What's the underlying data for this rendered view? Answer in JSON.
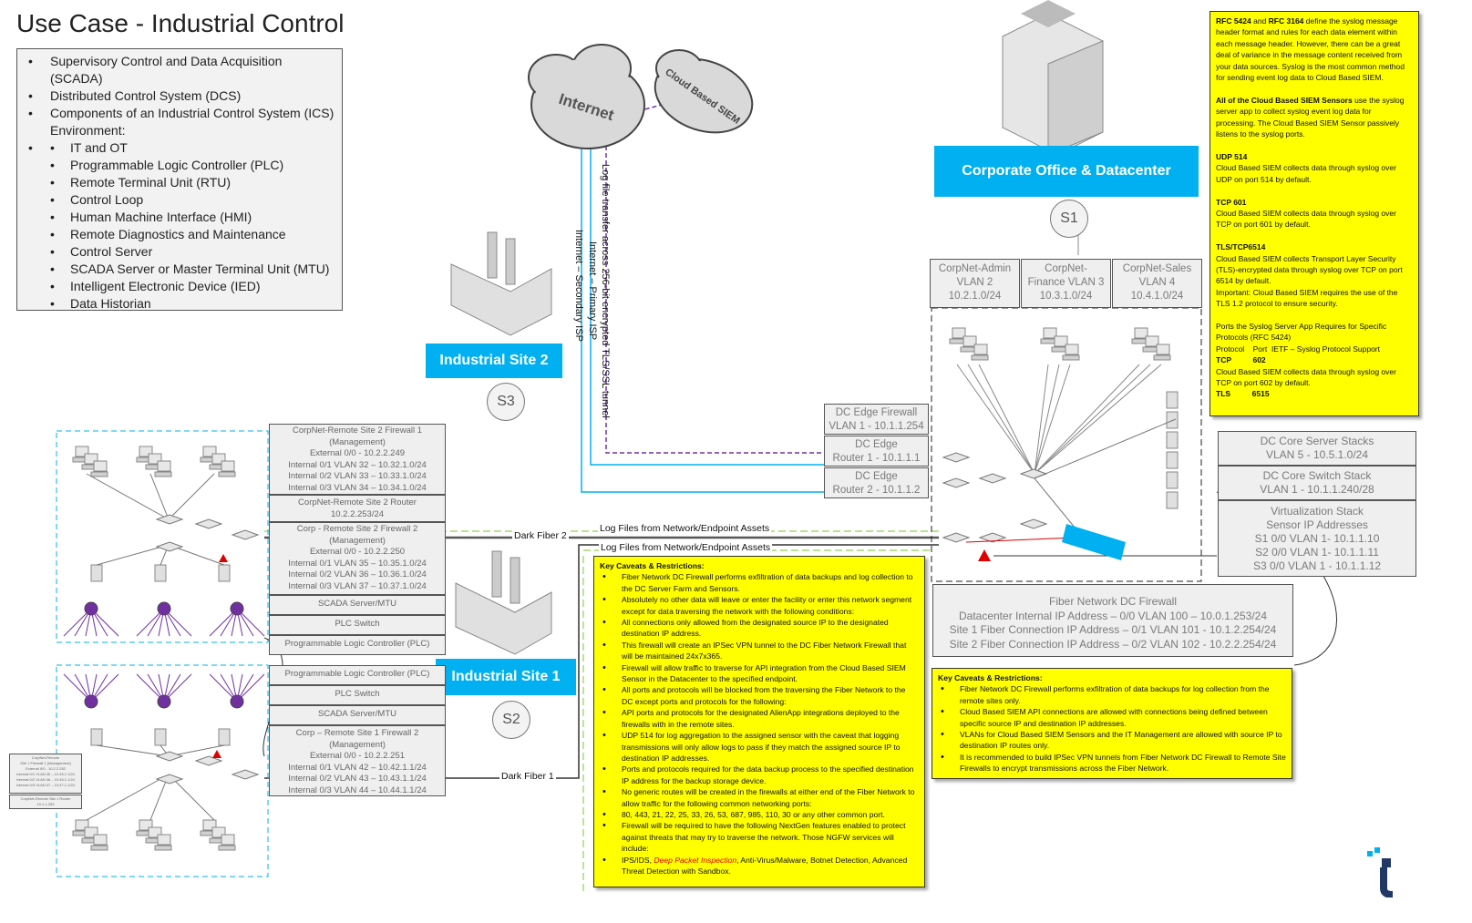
{
  "title": "Use Case - Industrial Control",
  "intro": {
    "items": [
      "Supervisory Control and Data Acquisition (SCADA)",
      "Distributed Control System (DCS)",
      "Components of an Industrial Control System (ICS) Environment:"
    ],
    "subitems": [
      "IT and OT",
      "Programmable Logic Controller (PLC)",
      "Remote Terminal Unit (RTU)",
      "Control Loop",
      "Human Machine Interface (HMI)",
      "Remote Diagnostics and Maintenance",
      "Control Server",
      "SCADA Server or Master Terminal Unit (MTU)",
      "Intelligent Electronic Device (IED)",
      "Data Historian"
    ]
  },
  "clouds": {
    "internet": "Internet",
    "siem": "Cloud Based SIEM"
  },
  "links": {
    "log_transfer": "Log file transfer across 256-bit encrypted TLS/SSL tunnel",
    "primary_isp": "Internet – Primary ISP",
    "secondary_isp": "Internet – Secondary ISP",
    "dark_fiber_2": "Dark Fiber 2",
    "dark_fiber_1": "Dark Fiber 1",
    "log_files_1": "Log Files from Network/Endpoint Assets",
    "log_files_2": "Log Files from Network/Endpoint Assets"
  },
  "sites": {
    "corporate": "Corporate Office & Datacenter",
    "site2": "Industrial Site 2",
    "site1": "Industrial Site 1",
    "badge_s1": "S1",
    "badge_s2": "S2",
    "badge_s3": "S3"
  },
  "vlans": [
    {
      "name": "CorpNet-Admin",
      "vlan": "VLAN 2",
      "subnet": "10.2.1.0/24"
    },
    {
      "name": "CorpNet-",
      "vlan": "Finance VLAN 3",
      "subnet": "10.3.1.0/24"
    },
    {
      "name": "CorpNet-Sales",
      "vlan": "VLAN 4",
      "subnet": "10.4.1.0/24"
    }
  ],
  "dc_edge": [
    {
      "l1": "DC Edge Firewall",
      "l2": "VLAN 1 - 10.1.1.254"
    },
    {
      "l1": "DC Edge",
      "l2": "Router 1 - 10.1.1.1"
    },
    {
      "l1": "DC Edge",
      "l2": "Router 2 - 10.1.1.2"
    }
  ],
  "dc_stacks": [
    {
      "lines": [
        "DC Core Server Stacks",
        "VLAN 5 - 10.5.1.0/24"
      ]
    },
    {
      "lines": [
        "DC Core Switch Stack",
        "VLAN 1 - 10.1.1.240/28"
      ]
    },
    {
      "lines": [
        "Virtualization Stack",
        "Sensor IP Addresses",
        "S1 0/0 VLAN 1- 10.1.1.10",
        "S2 0/0 VLAN 1- 10.1.1.11",
        "S3 0/0 VLAN 1 - 10.1.1.12"
      ]
    }
  ],
  "fiber_fw": [
    "Fiber Network DC Firewall",
    "Datacenter Internal IP Address – 0/0 VLAN 100 – 10.0.1.253/24",
    "Site 1 Fiber Connection IP Address – 0/1 VLAN 101 - 10.1.2.254/24",
    "Site 2 Fiber Connection IP Address – 0/2 VLAN 102 - 10.2.2.254/24"
  ],
  "syslog_note": {
    "p1_bold": "RFC 5424",
    "p1_and": " and ",
    "p1_bold2": "RFC 3164",
    "p1": " define the syslog message header format and rules for each data element within each message header. However, there can be a great deal of variance in the message content received from your data sources. Syslog is the most common method for sending event log data to Cloud Based SIEM.",
    "p2_bold": "All of the Cloud Based SIEM Sensors",
    "p2": " use the syslog server app to collect syslog event log data for processing. The Cloud Based SIEM Sensor passively listens to the syslog ports.",
    "udp_h": "UDP 514",
    "udp": "Cloud Based SIEM collects data through syslog over UDP on port 514 by default.",
    "tcp_h": "TCP 601",
    "tcp": "Cloud Based SIEM collects data through syslog over TCP on port 601 by default.",
    "tls_h": "TLS/TCP6514",
    "tls": "Cloud Based SIEM collects Transport Layer Security (TLS)-encrypted data through syslog over TCP on port 6514 by default.",
    "tls_imp": "Important: Cloud Based SIEM requires the use of the TLS 1.2 protocol to ensure security.",
    "ports_h": "Ports the Syslog Server App Requires for Specific Protocols (RFC 5424)",
    "ports_cols": "Protocol    Port  IETF – Syslog Protocol Support",
    "tcp602_h": "TCP          602",
    "tcp602": "Cloud Based SIEM collects data through syslog over TCP on port 602 by default.",
    "tls6515_h": "TLS          6515"
  },
  "caveats_center": {
    "heading": "Key Caveats & Restrictions:",
    "items": [
      "Fiber Network DC Firewall performs exfiltration of data backups and log collection to the DC Server Farm and Sensors.",
      "Absolutely no other data will leave or enter the facility or enter this network segment except for data traversing the network with the following conditions:",
      "All connections only allowed from the designated source IP to the designated destination IP address.",
      "This firewall will create an IPSec VPN tunnel to the DC Fiber Network Firewall that will be maintained 24x7x365.",
      "Firewall will allow traffic to traverse for API integration from the Cloud Based SIEM Sensor in the Datacenter to the specified endpoint.",
      "All ports and protocols will be blocked from the traversing the Fiber Network to the DC except ports and protocols for the following:",
      "API ports and protocols for the designated AlienApp integrations deployed to the firewalls with in the remote sites.",
      "UDP 514 for log aggregation to the assigned sensor with the caveat that logging transmissions will only allow logs to pass if they match the assigned source IP to destination IP addresses.",
      "Ports and protocols required for the data backup process to the specified destination IP address for the backup storage device.",
      "No generic routes will be created in the firewalls at either end of the Fiber Network to allow traffic for the following common networking ports:",
      "80, 443, 21, 22, 25, 33, 26, 53, 687, 985, 110, 30 or any other common port.",
      "Firewall will be required to have the following NextGen features enabled to protect against threats that may try to traverse the network. Those NGFW services will include:"
    ],
    "last_a": "IPS/IDS, ",
    "last_red": "Deep Packet Inspection",
    "last_b": ", Anti-Virus/Malware, Botnet Detection, Advanced Threat Detection with Sandbox."
  },
  "caveats_right": {
    "heading": "Key Caveats & Restrictions:",
    "items": [
      "Fiber Network DC Firewall performs exfiltration of data backups for log collection from the remote sites only.",
      "Cloud Based SIEM API connections are allowed  with connections being defined between specific source IP and destination IP addresses.",
      "VLANs for Cloud Based SIEM Sensors and the IT Management are allowed with source IP to destination IP routes only.",
      "It is recommended to build IPSec VPN tunnels from Fiber Network DC Firewall to Remote Site Firewalls to encrypt transmissions across the Fiber Network."
    ]
  },
  "site2_boxes": [
    {
      "lines": [
        "CorpNet-Remote Site 2 Firewall 1",
        "(Management)",
        "External 0/0 - 10.2.2.249",
        "Internal 0/1 VLAN 32 – 10.32.1.0/24",
        "Internal 0/2 VLAN 33 – 10.33.1.0/24",
        "Internal 0/3 VLAN 34 – 10.34.1.0/24"
      ]
    },
    {
      "lines": [
        "CorpNet-Remote Site 2 Router",
        "10.2.2.253/24"
      ]
    },
    {
      "lines": [
        "Corp - Remote Site 2 Firewall 2",
        "(Management)",
        "External 0/0 - 10.2.2.250",
        "Internal 0/1 VLAN 35 – 10.35.1.0/24",
        "Internal 0/2 VLAN 36 – 10.36.1.0/24",
        "Internal 0/3 VLAN 37 – 10.37.1.0/24"
      ]
    },
    {
      "lines": [
        "SCADA Server/MTU"
      ]
    },
    {
      "lines": [
        "PLC Switch"
      ]
    },
    {
      "lines": [
        "Programmable Logic Controller (PLC)"
      ]
    }
  ],
  "site1_boxes": [
    {
      "lines": [
        "Programmable Logic Controller (PLC)"
      ]
    },
    {
      "lines": [
        "PLC Switch"
      ]
    },
    {
      "lines": [
        "SCADA Server/MTU"
      ]
    },
    {
      "lines": [
        "Corp – Remote Site 1 Firewall 2",
        "(Management)",
        "External 0/0 - 10.2.2.251",
        "Internal 0/1 VLAN 42 – 10.42.1.1/24",
        "Internal 0/2 VLAN 43 – 10.43.1.1/24",
        "Internal 0/3 VLAN 44 – 10.44.1.1/24"
      ]
    }
  ],
  "site1_small": [
    {
      "lines": [
        "CorpNet-Remote",
        "Site 1 Firewall 1 (Management)",
        "External 0/0 - 10.2.2.252",
        "Internal 0/1 VLAN 45 – 10.45.1.1/24",
        "Internal 0/2 VLAN 46 – 10.46.1.1/24",
        "Internal 0/3 VLAN 47 – 10.47.1.1/24"
      ]
    },
    {
      "lines": [
        "CorpNet-Remote Site 1 Router",
        "10.1.1.253"
      ]
    }
  ],
  "colors": {
    "accent": "#00b0f0",
    "note": "#ffff00",
    "tunnel": "#7030a0",
    "fiber": "#92d050",
    "box": "#efefef",
    "alert": "#e00000"
  }
}
